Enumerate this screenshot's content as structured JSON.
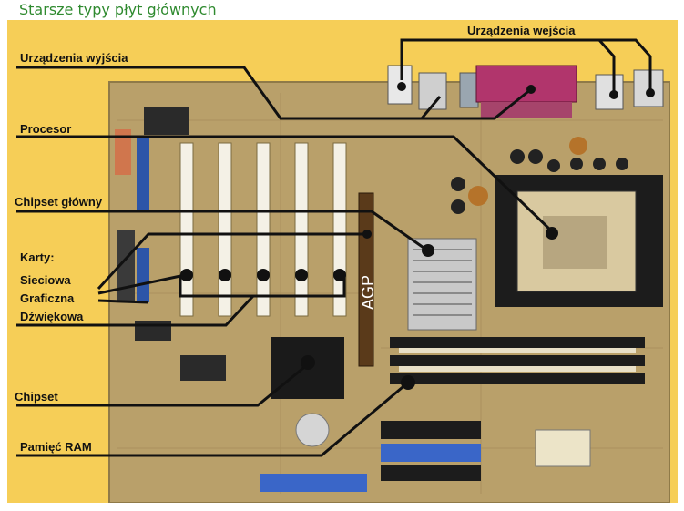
{
  "title": "Starsze typy płyt głównych",
  "labels": {
    "input_devices": "Urządzenia wejścia",
    "output_devices": "Urządzenia wyjścia",
    "processor": "Procesor",
    "main_chipset": "Chipset główny",
    "cards": "Karty:",
    "network": "Sieciowa",
    "graphics": "Graficzna",
    "sound": "Dźwiękowa",
    "chipset": "Chipset",
    "ram": "Pamięć RAM",
    "agp": "AGP"
  },
  "colors": {
    "background": "#f6ce57",
    "board": "#b9a06a",
    "title": "#2f8a2f",
    "pci_slot": "#f4f1e6",
    "ram_slot": "#1c1c1c",
    "ide_slot": "#3a66c8"
  }
}
